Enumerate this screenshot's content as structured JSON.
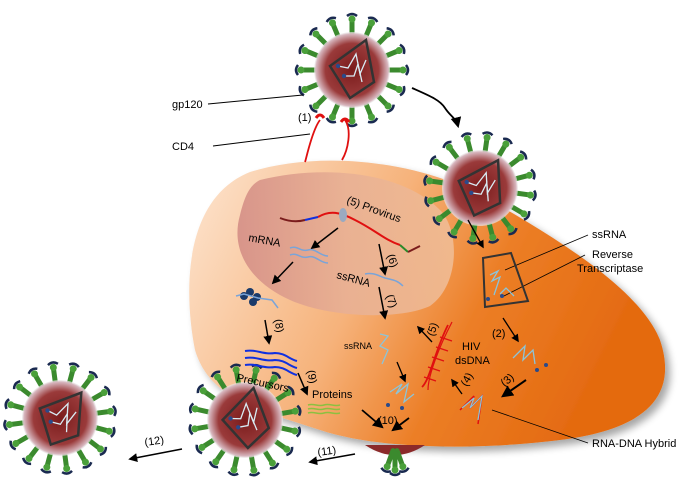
{
  "title": "HIV replication cycle",
  "labels": {
    "gp120": "gp120",
    "cd4": "CD4",
    "ssrna_virion": "ssRNA",
    "reverse_transcriptase_line1": "Reverse",
    "reverse_transcriptase_line2": "Transcriptase",
    "rna_dna_hybrid": "RNA-DNA Hybrid",
    "hiv_dsdna_line1": "HIV",
    "hiv_dsdna_line2": "dsDNA",
    "provirus": "(5) Provirus",
    "mrna": "mRNA",
    "ssrna_nucleus": "ssRNA",
    "ssrna_cytoplasm": "ssRNA",
    "precursors": "Precursors",
    "proteins": "Proteins"
  },
  "steps": {
    "s1": "(1)",
    "s2": "(2)",
    "s3": "(3)",
    "s4": "(4)",
    "s5": "(5)",
    "s6": "(6)",
    "s7": "(7)",
    "s8": "(8)",
    "s9": "(9)",
    "s10": "(10)",
    "s11": "(11)",
    "s12": "(12)"
  },
  "colors": {
    "cell": "#e8751a",
    "cell_light": "#fce0c8",
    "nucleus": "#d89a8c",
    "virion_core": "#8b2a2a",
    "spike": "#3b8a2e",
    "rna": "#8cc4d8",
    "dna": "#e01010",
    "precursor": "#1030e0",
    "protein": "#8cc040",
    "cd4": "#e01010"
  }
}
